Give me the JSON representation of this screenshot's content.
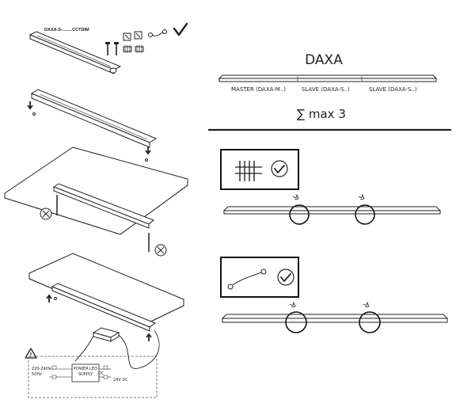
{
  "step1": {
    "model_label": "DAXA-S-........CCTDIM"
  },
  "title": "DAXA",
  "bar_labels": [
    "MASTER (DAXA-M..)",
    "SLAVE (DAXA-S..)",
    "SLAVE (DAXA-S..)"
  ],
  "max_text": "∑ max 3",
  "power_supply": {
    "input": "220-240V\n50Hz",
    "center": "POWER LED\nSUPPLY",
    "dc_small": "DC",
    "output": "24V DC"
  },
  "colors": {
    "line": "#222222",
    "panel": "#d9d9d9",
    "dashed": "#555555"
  }
}
